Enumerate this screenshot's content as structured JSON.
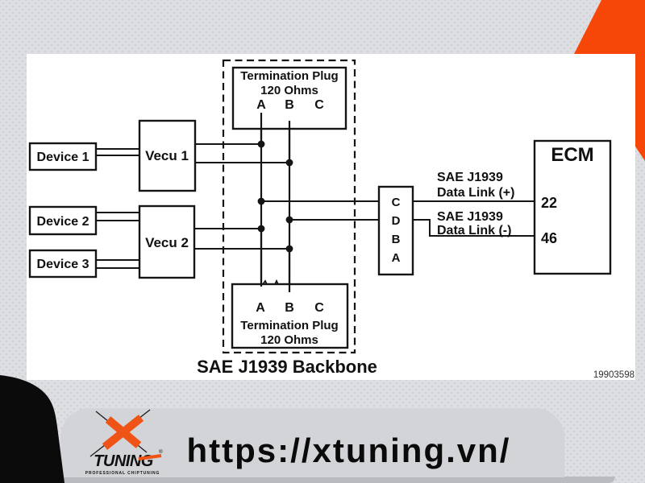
{
  "colors": {
    "accent_orange": "#f74708",
    "background_gray": "#dcdee1",
    "panel_white": "#ffffff",
    "line_ink": "#151515",
    "footer_bar_gray": "#d2d4d7",
    "footer_shadow_gray": "#b9bbbe",
    "black_shape": "#0b0b0b",
    "logo_orange": "#f05316"
  },
  "diagram": {
    "devices": [
      {
        "label": "Device 1"
      },
      {
        "label": "Device 2"
      },
      {
        "label": "Device 3"
      }
    ],
    "vecus": [
      {
        "label": "Vecu 1"
      },
      {
        "label": "Vecu 2"
      }
    ],
    "termination_top": {
      "title": "Termination Plug",
      "ohms": "120 Ohms",
      "pins": [
        "A",
        "B",
        "C"
      ]
    },
    "termination_bottom": {
      "title": "Termination Plug",
      "ohms": "120 Ohms",
      "pins": [
        "A",
        "B",
        "C"
      ]
    },
    "backbone_title": "SAE J1939 Backbone",
    "connector_pins": [
      "C",
      "D",
      "B",
      "A"
    ],
    "datalink_plus": {
      "line1": "SAE J1939",
      "line2": "Data Link (+)"
    },
    "datalink_minus": {
      "line1": "SAE J1939",
      "line2": "Data Link (-)"
    },
    "ecm": {
      "title": "ECM",
      "pin_22": "22",
      "pin_46": "46"
    },
    "part_number": "19903598"
  },
  "footer": {
    "url": "https://xtuning.vn/",
    "logo": {
      "brand": "TUNING",
      "registered": "®",
      "tagline": "PROFESSIONAL CHIPTUNING"
    }
  }
}
